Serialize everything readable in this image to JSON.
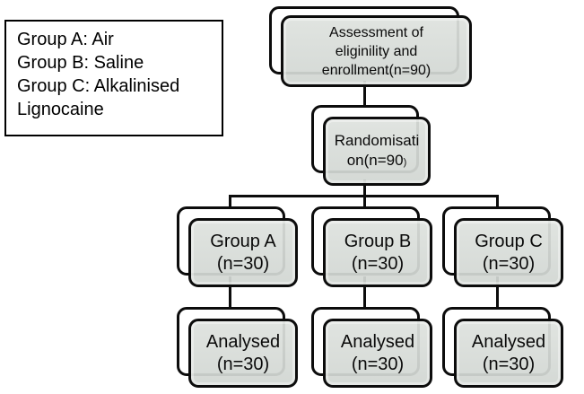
{
  "legend": {
    "line1": "Group A: Air",
    "line2": "Group B: Saline",
    "line3": "Group C: Alkalinised",
    "line4": "Lignocaine"
  },
  "flow": {
    "assessment": {
      "line1": "Assessment of",
      "line2": "eliginility and",
      "line3": "enrollment(n=90)"
    },
    "randomisation": {
      "line1": "Randomisati",
      "line2": "on(n=90",
      "line2_paren": ")"
    },
    "group_a": {
      "line1": "Group A",
      "line2": "(n=30)"
    },
    "group_b": {
      "line1": "Group B",
      "line2": "(n=30)"
    },
    "group_c": {
      "line1": "Group C",
      "line2": "(n=30)"
    },
    "analysed_a": {
      "line1": "Analysed",
      "line2": "(n=30)"
    },
    "analysed_b": {
      "line1": "Analysed",
      "line2": "(n=30)"
    },
    "analysed_c": {
      "line1": "Analysed",
      "line2": "(n=30)"
    }
  },
  "colors": {
    "background": "#ffffff",
    "box_fill": "#d6dad6",
    "box_border": "#0c0c0c",
    "shadow_box_fill": "#ffffff",
    "connector": "#0c0c0c",
    "legend_border": "#000000",
    "text": "#0a0a0a"
  }
}
